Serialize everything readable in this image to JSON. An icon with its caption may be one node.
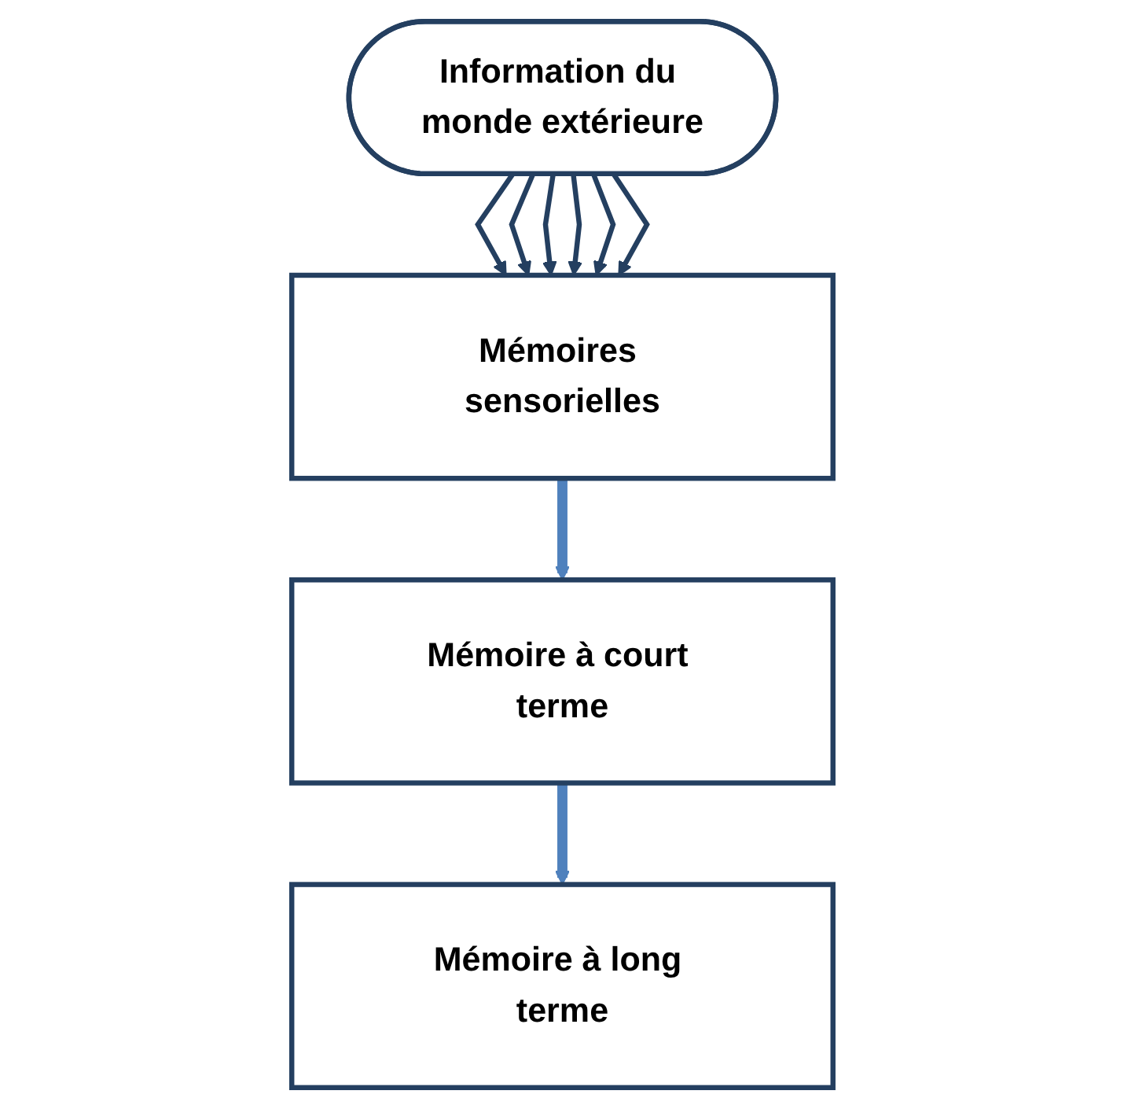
{
  "diagram": {
    "nodes": [
      {
        "text": [
          "Information du monde extérieure"
        ]
      },
      {
        "text": [
          "Mémoires sensorielles"
        ]
      },
      {
        "text": [
          "Mémoire à court terme"
        ]
      },
      {
        "text": [
          "Mémoire à long terme"
        ]
      }
    ],
    "edges": [
      {
        "from": 0,
        "to": 1,
        "arrow": "to"
      },
      {
        "from": 0,
        "to": 1,
        "arrow": "to"
      },
      {
        "from": 0,
        "to": 1,
        "arrow": "to"
      },
      {
        "from": 0,
        "to": 1,
        "arrow": "to"
      },
      {
        "from": 0,
        "to": 1,
        "arrow": "to"
      },
      {
        "from": 0,
        "to": 1,
        "arrow": "to"
      },
      {
        "from": 1,
        "to": 2,
        "arrow": "to",
        "style": "thick",
        "color": "#4f81bd"
      },
      {
        "from": 2,
        "to": 3,
        "arrow": "to",
        "style": "thick",
        "color": "#4f81bd"
      }
    ]
  }
}
